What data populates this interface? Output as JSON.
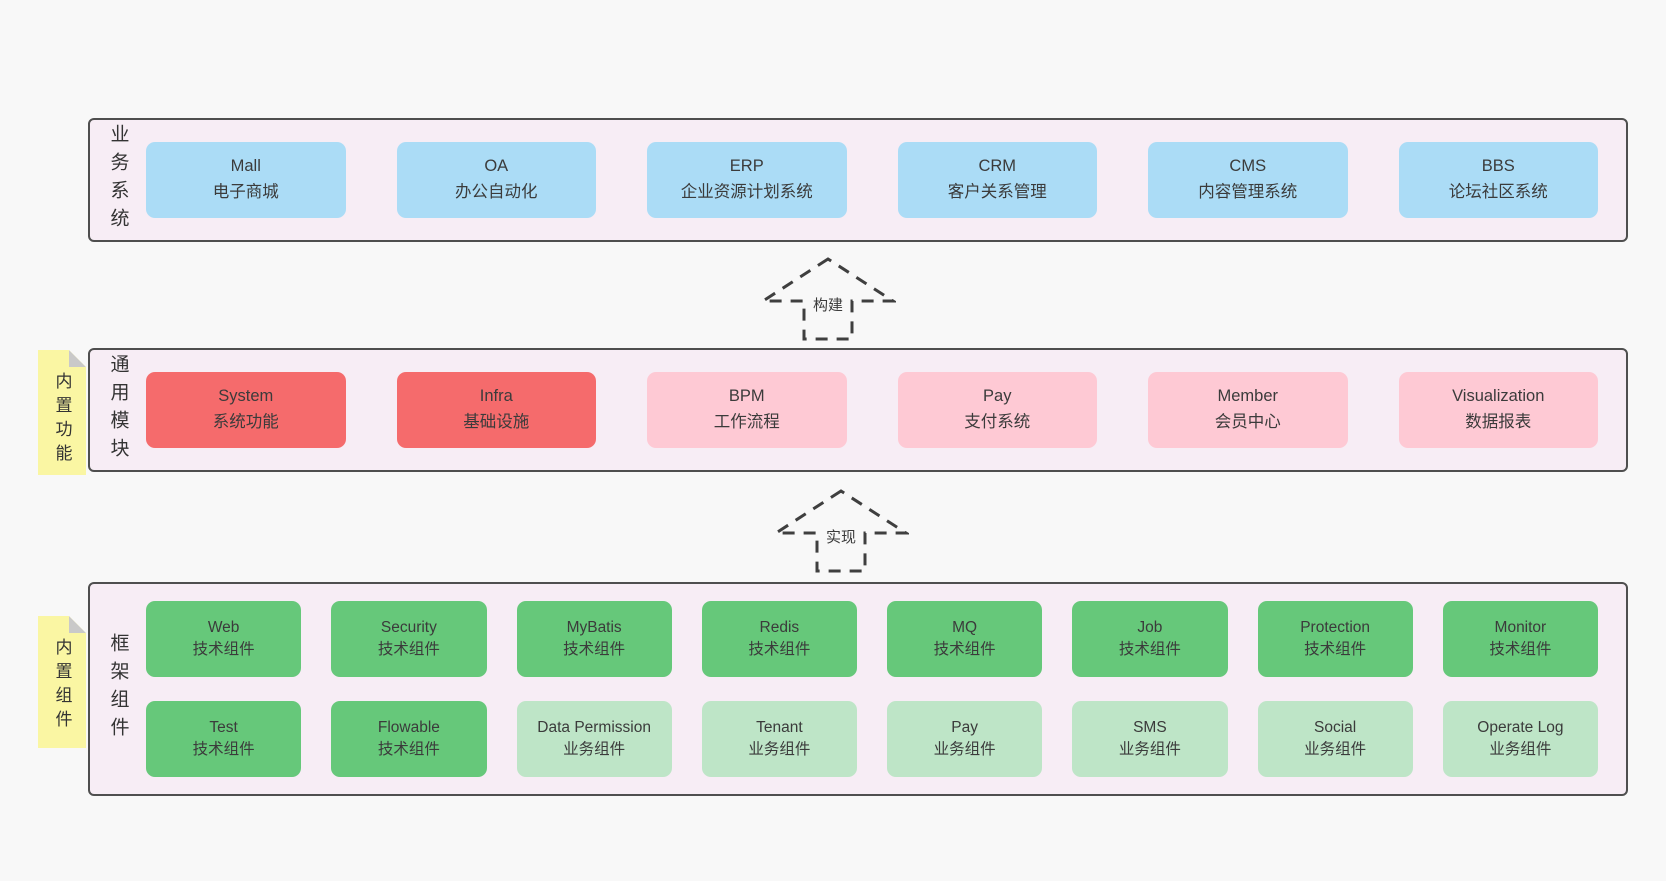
{
  "colors": {
    "page_bg": "#f8f8f8",
    "panel_bg": "#f7edf5",
    "panel_border": "#4f4f4f",
    "blue": "#abdcf6",
    "red": "#f56b6c",
    "pink": "#fec9d4",
    "green": "#66c87a",
    "green_light": "#bee5c7",
    "sticky_yellow": "#faf6a3",
    "fold_gray": "#c9c9c9",
    "text": "#3b3b3b"
  },
  "arrows": [
    {
      "label": "构建"
    },
    {
      "label": "实现"
    }
  ],
  "layers": [
    {
      "label": "业务系统",
      "boxes": [
        {
          "name": "Mall",
          "desc": "电子商城"
        },
        {
          "name": "OA",
          "desc": "办公自动化"
        },
        {
          "name": "ERP",
          "desc": "企业资源计划系统"
        },
        {
          "name": "CRM",
          "desc": "客户关系管理"
        },
        {
          "name": "CMS",
          "desc": "内容管理系统"
        },
        {
          "name": "BBS",
          "desc": "论坛社区系统"
        }
      ]
    },
    {
      "label": "通用模块",
      "sticky": "内置功能",
      "boxes": [
        {
          "name": "System",
          "desc": "系统功能"
        },
        {
          "name": "Infra",
          "desc": "基础设施"
        },
        {
          "name": "BPM",
          "desc": "工作流程"
        },
        {
          "name": "Pay",
          "desc": "支付系统"
        },
        {
          "name": "Member",
          "desc": "会员中心"
        },
        {
          "name": "Visualization",
          "desc": "数据报表"
        }
      ]
    },
    {
      "label": "框架组件",
      "sticky": "内置组件",
      "rows": [
        [
          {
            "name": "Web",
            "desc": "技术组件"
          },
          {
            "name": "Security",
            "desc": "技术组件"
          },
          {
            "name": "MyBatis",
            "desc": "技术组件"
          },
          {
            "name": "Redis",
            "desc": "技术组件"
          },
          {
            "name": "MQ",
            "desc": "技术组件"
          },
          {
            "name": "Job",
            "desc": "技术组件"
          },
          {
            "name": "Protection",
            "desc": "技术组件"
          },
          {
            "name": "Monitor",
            "desc": "技术组件"
          }
        ],
        [
          {
            "name": "Test",
            "desc": "技术组件"
          },
          {
            "name": "Flowable",
            "desc": "技术组件"
          },
          {
            "name": "Data Permission",
            "desc": "业务组件"
          },
          {
            "name": "Tenant",
            "desc": "业务组件"
          },
          {
            "name": "Pay",
            "desc": "业务组件"
          },
          {
            "name": "SMS",
            "desc": "业务组件"
          },
          {
            "name": "Social",
            "desc": "业务组件"
          },
          {
            "name": "Operate Log",
            "desc": "业务组件"
          }
        ]
      ]
    }
  ]
}
